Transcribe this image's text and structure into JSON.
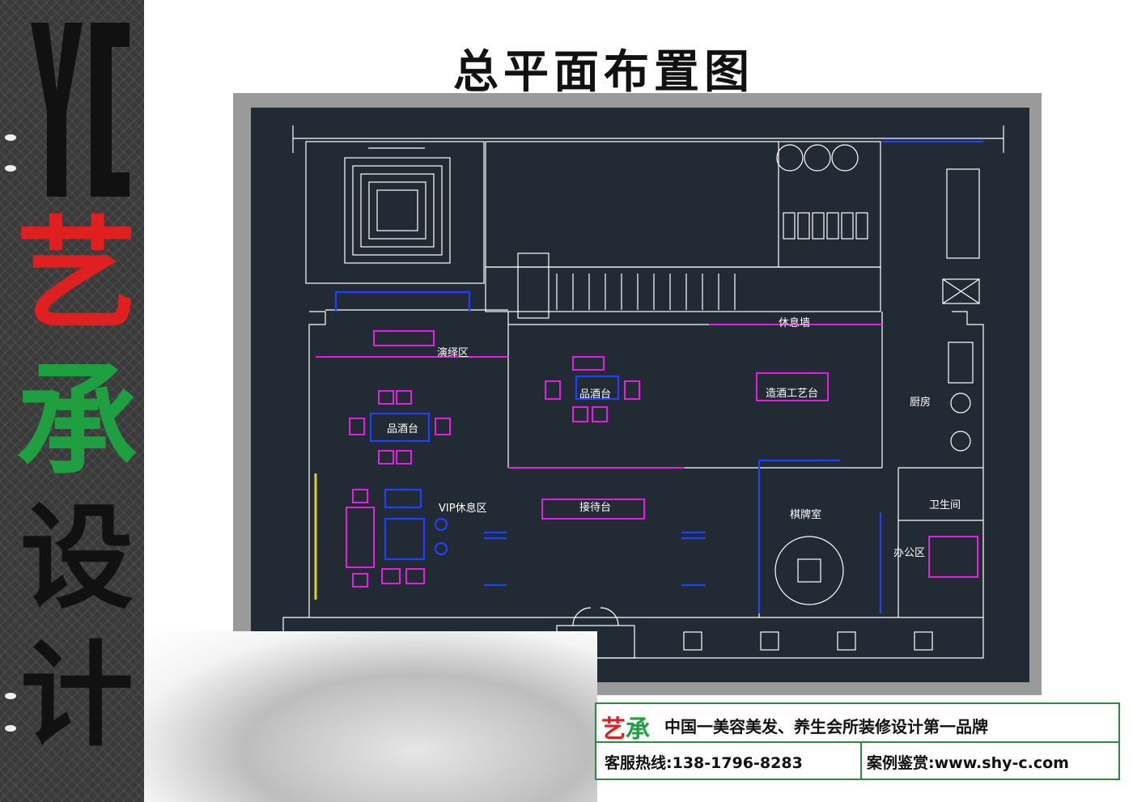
{
  "sidebar": {
    "logo_mark": "YC",
    "brand_chars": [
      "艺",
      "承",
      "设",
      "计"
    ]
  },
  "title": "总平面布置图",
  "floorplan": {
    "labels": {
      "performance_area": "演绎区",
      "tasting_table_left": "品酒台",
      "tasting_table_center": "品酒台",
      "vip_lounge": "VIP休息区",
      "reception": "接待台",
      "lounge_wall": "休息墙",
      "winemaking_table": "造酒工艺台",
      "kitchen": "厨房",
      "chess_room": "棋牌室",
      "restroom": "卫生间",
      "office": "办公区"
    }
  },
  "banner": {
    "logo": "艺承",
    "slogan": "中国一美容美发、养生会所装修设计第一品牌",
    "hotline": "客服热线:138-1796-8283",
    "case_view": "案例鉴赏:www.shy-c.com"
  },
  "colors": {
    "cad_bg": "#222a34",
    "line_white": "#ffffff",
    "magenta": "#e020e0",
    "blue": "#2040ff",
    "brand_red": "#e02020",
    "brand_green": "#1fa040",
    "banner_green": "#2d8a3e"
  }
}
